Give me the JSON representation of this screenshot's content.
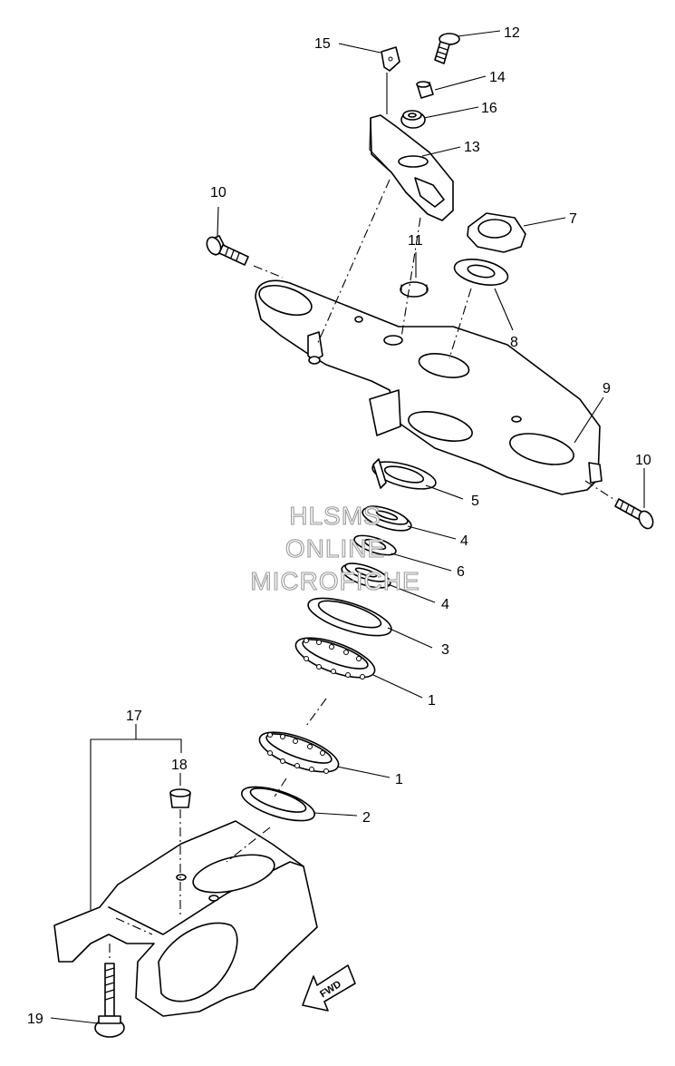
{
  "watermark": {
    "lines": [
      "HLSMS",
      "ONLINE",
      "MICROFICHE"
    ],
    "color": "#9a9a9a"
  },
  "direction_label": "FWD",
  "callouts": [
    {
      "id": "c12",
      "text": "12"
    },
    {
      "id": "c15",
      "text": "15"
    },
    {
      "id": "c14",
      "text": "14"
    },
    {
      "id": "c16",
      "text": "16"
    },
    {
      "id": "c13",
      "text": "13"
    },
    {
      "id": "c10a",
      "text": "10"
    },
    {
      "id": "c7",
      "text": "7"
    },
    {
      "id": "c11",
      "text": "11"
    },
    {
      "id": "c8",
      "text": "8"
    },
    {
      "id": "c9",
      "text": "9"
    },
    {
      "id": "c10b",
      "text": "10"
    },
    {
      "id": "c5",
      "text": "5"
    },
    {
      "id": "c4a",
      "text": "4"
    },
    {
      "id": "c6",
      "text": "6"
    },
    {
      "id": "c4b",
      "text": "4"
    },
    {
      "id": "c3",
      "text": "3"
    },
    {
      "id": "c1a",
      "text": "1"
    },
    {
      "id": "c17",
      "text": "17"
    },
    {
      "id": "c18",
      "text": "18"
    },
    {
      "id": "c1b",
      "text": "1"
    },
    {
      "id": "c2",
      "text": "2"
    },
    {
      "id": "c19",
      "text": "19"
    }
  ]
}
